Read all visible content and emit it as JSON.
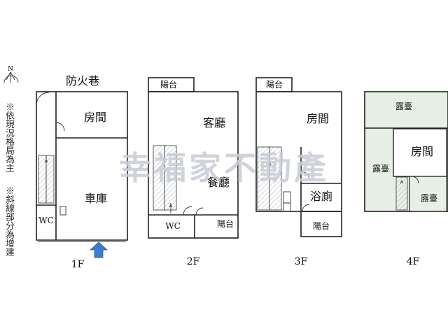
{
  "notes": {
    "note_1": "※依現況格局為主",
    "note_2": "※斜線部分為增建"
  },
  "compass": {
    "north_label": "N"
  },
  "watermark": "幸福家不動產",
  "floors": [
    {
      "label": "1F",
      "lane": "防火巷",
      "rooms": {
        "bedroom": "房間",
        "garage": "車庫",
        "wc": "WC"
      }
    },
    {
      "label": "2F",
      "rooms": {
        "balcony_top": "陽台",
        "living": "客廳",
        "dining": "餐廳",
        "wc": "WC",
        "balcony_bottom": "陽台"
      }
    },
    {
      "label": "3F",
      "rooms": {
        "balcony_top": "陽台",
        "bedroom": "房間",
        "bath": "浴廁",
        "balcony_bottom": "陽台"
      }
    },
    {
      "label": "4F",
      "rooms": {
        "terrace_top": "露臺",
        "bedroom": "房間",
        "terrace_left": "露臺",
        "terrace_small": "露臺"
      }
    }
  ],
  "colors": {
    "wall": "#222222",
    "terrace_fill": "#e6f0e4",
    "entry_arrow": "#3d7cc9",
    "watermark": "#c8ccd4"
  }
}
